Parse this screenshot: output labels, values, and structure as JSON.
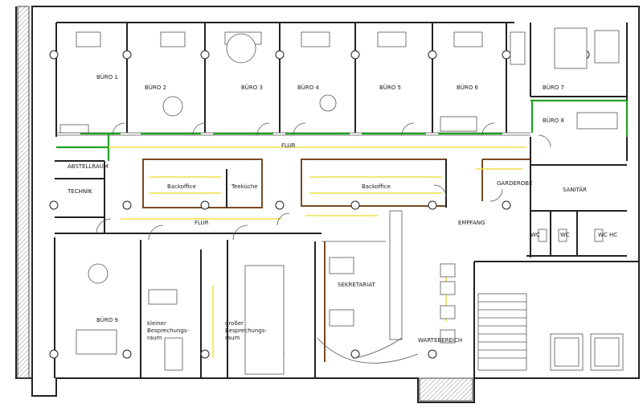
{
  "rooms": {
    "buero1": "BÜRO 1",
    "buero2": "BÜRO 2",
    "buero3": "BÜRO 3",
    "buero4": "BÜRO 4",
    "buero5": "BÜRO 5",
    "buero6": "BÜRO 6",
    "buero7": "BÜRO 7",
    "buero8": "BÜRO 8",
    "flur_top": "FLUR",
    "flur_bottom": "FLUR",
    "abstellraum": "ABSTELLRAUM",
    "technik": "TECHNIK",
    "backoffice_left": "Backoffice",
    "teekueche": "Teeküche",
    "backoffice_right": "Backoffice",
    "garderobe": "GARDEROBE",
    "sanitaer": "SANITÄR",
    "wc1": "WC",
    "wc2": "WC",
    "wc_hc": "WC HC",
    "empfang": "EMPFANG",
    "sekretariat": "SEKRETARIAT",
    "buero9": "BÜRO 9",
    "kleiner_besprechung": [
      "kleiner",
      "Besprechungs-",
      "raum"
    ],
    "grosser_besprechung": [
      "großer",
      "Besprechungs-",
      "raum"
    ],
    "wartebereich": "WARTEBEREICH"
  },
  "colors": {
    "walls": "#222222",
    "glass_partitions": "#1fa31f",
    "light_lines": "#f0e04a",
    "counters": "#7a4a25"
  }
}
